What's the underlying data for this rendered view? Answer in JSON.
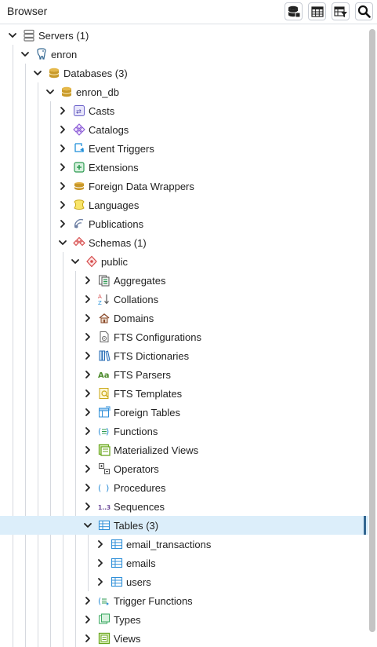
{
  "panel": {
    "title": "Browser"
  },
  "toolbar": [
    {
      "name": "query-tool-button",
      "icon": "database-icon"
    },
    {
      "name": "view-data-button",
      "icon": "table-icon"
    },
    {
      "name": "filtered-rows-button",
      "icon": "filter-table-icon"
    },
    {
      "name": "search-objects-button",
      "icon": "search-icon"
    }
  ],
  "tree": [
    {
      "label": "Servers (1)",
      "depth": 0,
      "state": "expanded",
      "icon": "servers-icon",
      "name": "servers"
    },
    {
      "label": "enron",
      "depth": 1,
      "state": "expanded",
      "icon": "elephant-icon",
      "name": "server-enron"
    },
    {
      "label": "Databases (3)",
      "depth": 2,
      "state": "expanded",
      "icon": "databases-icon",
      "name": "databases"
    },
    {
      "label": "enron_db",
      "depth": 3,
      "state": "expanded",
      "icon": "database-icon",
      "name": "database-enron-db"
    },
    {
      "label": "Casts",
      "depth": 4,
      "state": "collapsed",
      "icon": "casts-icon",
      "name": "casts"
    },
    {
      "label": "Catalogs",
      "depth": 4,
      "state": "collapsed",
      "icon": "catalogs-icon",
      "name": "catalogs"
    },
    {
      "label": "Event Triggers",
      "depth": 4,
      "state": "collapsed",
      "icon": "event-trigger-icon",
      "name": "event-triggers"
    },
    {
      "label": "Extensions",
      "depth": 4,
      "state": "collapsed",
      "icon": "extensions-icon",
      "name": "extensions"
    },
    {
      "label": "Foreign Data Wrappers",
      "depth": 4,
      "state": "collapsed",
      "icon": "foreign-data-wrapper-icon",
      "name": "foreign-data-wrappers"
    },
    {
      "label": "Languages",
      "depth": 4,
      "state": "collapsed",
      "icon": "languages-icon",
      "name": "languages"
    },
    {
      "label": "Publications",
      "depth": 4,
      "state": "collapsed",
      "icon": "publications-icon",
      "name": "publications"
    },
    {
      "label": "Schemas (1)",
      "depth": 4,
      "state": "expanded",
      "icon": "schemas-icon",
      "name": "schemas"
    },
    {
      "label": "public",
      "depth": 5,
      "state": "expanded",
      "icon": "schema-icon",
      "name": "schema-public"
    },
    {
      "label": "Aggregates",
      "depth": 6,
      "state": "collapsed",
      "icon": "aggregates-icon",
      "name": "aggregates"
    },
    {
      "label": "Collations",
      "depth": 6,
      "state": "collapsed",
      "icon": "collations-icon",
      "name": "collations"
    },
    {
      "label": "Domains",
      "depth": 6,
      "state": "collapsed",
      "icon": "domains-icon",
      "name": "domains"
    },
    {
      "label": "FTS Configurations",
      "depth": 6,
      "state": "collapsed",
      "icon": "fts-configuration-icon",
      "name": "fts-configurations"
    },
    {
      "label": "FTS Dictionaries",
      "depth": 6,
      "state": "collapsed",
      "icon": "fts-dictionary-icon",
      "name": "fts-dictionaries"
    },
    {
      "label": "FTS Parsers",
      "depth": 6,
      "state": "collapsed",
      "icon": "fts-parser-icon",
      "name": "fts-parsers"
    },
    {
      "label": "FTS Templates",
      "depth": 6,
      "state": "collapsed",
      "icon": "fts-template-icon",
      "name": "fts-templates"
    },
    {
      "label": "Foreign Tables",
      "depth": 6,
      "state": "collapsed",
      "icon": "foreign-table-icon",
      "name": "foreign-tables"
    },
    {
      "label": "Functions",
      "depth": 6,
      "state": "collapsed",
      "icon": "function-icon",
      "name": "functions"
    },
    {
      "label": "Materialized Views",
      "depth": 6,
      "state": "collapsed",
      "icon": "materialized-view-icon",
      "name": "materialized-views"
    },
    {
      "label": "Operators",
      "depth": 6,
      "state": "collapsed",
      "icon": "operator-icon",
      "name": "operators"
    },
    {
      "label": "Procedures",
      "depth": 6,
      "state": "collapsed",
      "icon": "procedure-icon",
      "name": "procedures"
    },
    {
      "label": "Sequences",
      "depth": 6,
      "state": "collapsed",
      "icon": "sequence-icon",
      "name": "sequences"
    },
    {
      "label": "Tables (3)",
      "depth": 6,
      "state": "expanded",
      "icon": "table-icon",
      "name": "tables",
      "selected": true
    },
    {
      "label": "email_transactions",
      "depth": 7,
      "state": "collapsed",
      "icon": "table-icon",
      "name": "table-email-transactions"
    },
    {
      "label": "emails",
      "depth": 7,
      "state": "collapsed",
      "icon": "table-icon",
      "name": "table-emails"
    },
    {
      "label": "users",
      "depth": 7,
      "state": "collapsed",
      "icon": "table-icon",
      "name": "table-users"
    },
    {
      "label": "Trigger Functions",
      "depth": 6,
      "state": "collapsed",
      "icon": "trigger-function-icon",
      "name": "trigger-functions"
    },
    {
      "label": "Types",
      "depth": 6,
      "state": "collapsed",
      "icon": "type-icon",
      "name": "types"
    },
    {
      "label": "Views",
      "depth": 6,
      "state": "collapsed",
      "icon": "view-icon",
      "name": "views"
    }
  ],
  "colors": {
    "selected_row": "#dceefa",
    "selected_marker": "#326690",
    "guide_line": "#d6d9df",
    "table_icon": "#2f8fd8"
  }
}
